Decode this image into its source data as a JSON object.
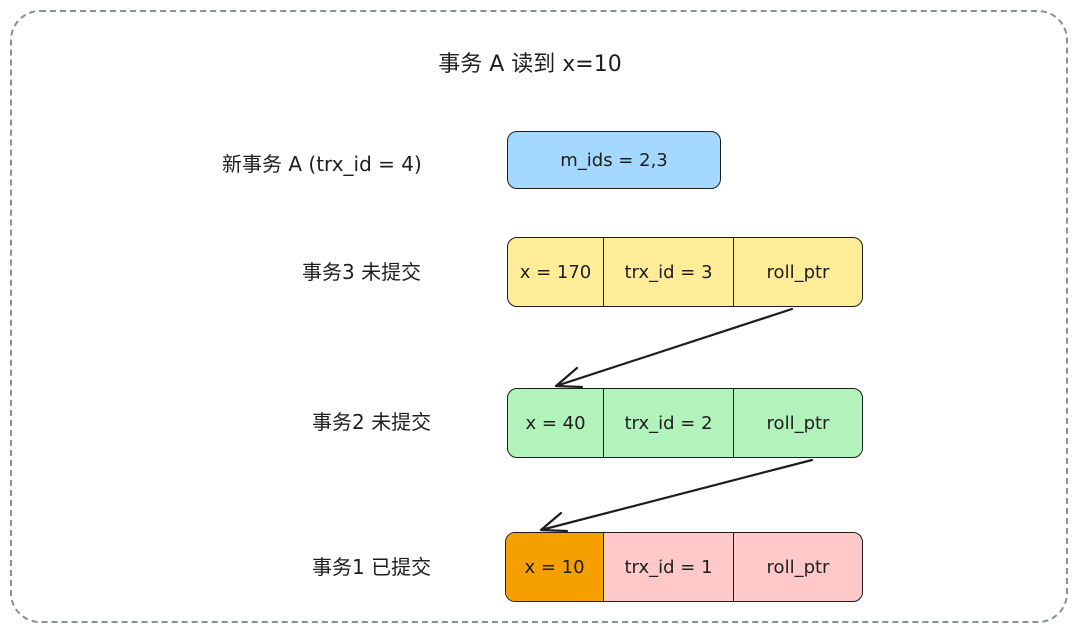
{
  "title": "事务 A 读到 x=10",
  "new_tx": {
    "label": "新事务 A (trx_id = 4)",
    "m_ids": "m_ids = 2,3",
    "color": "#a5d8ff"
  },
  "versions": [
    {
      "label": "事务3 未提交",
      "cells": [
        "x = 170",
        "trx_id = 3",
        "roll_ptr"
      ],
      "color": "#ffec99"
    },
    {
      "label": "事务2 未提交",
      "cells": [
        "x = 40",
        "trx_id = 2",
        "roll_ptr"
      ],
      "color": "#b2f2bb"
    },
    {
      "label": "事务1 已提交",
      "cells": [
        "x = 10",
        "trx_id = 1",
        "roll_ptr"
      ],
      "color": "#ffc9c9",
      "highlight_color": "#f59f00"
    }
  ]
}
